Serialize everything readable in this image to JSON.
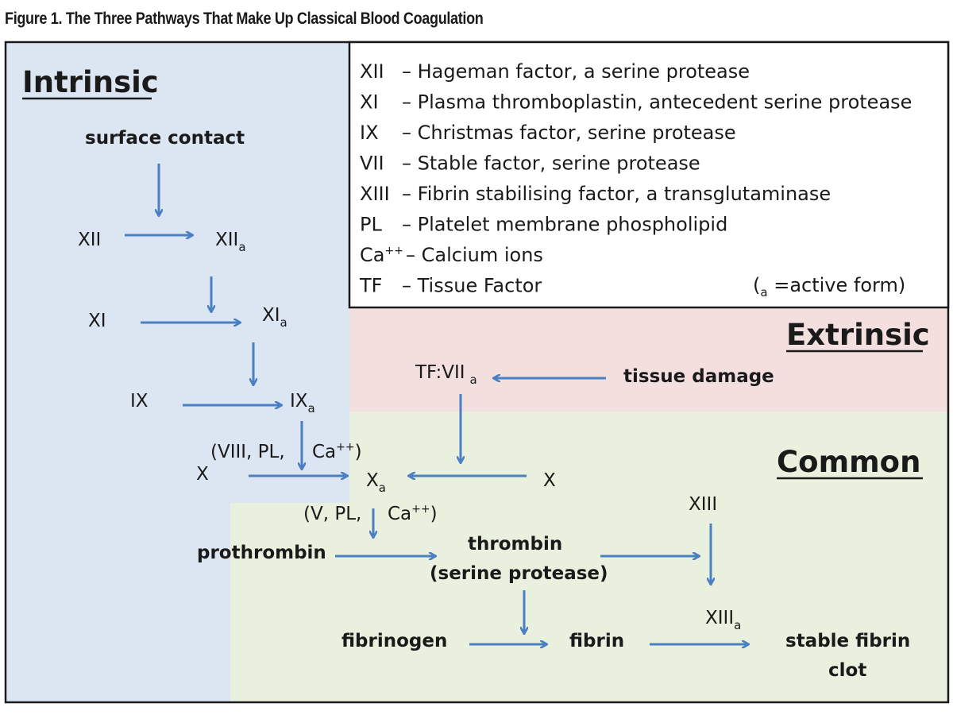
{
  "figure": {
    "title": "Figure 1. The Three Pathways That Make Up Classical Blood Coagulation"
  },
  "headings": {
    "intrinsic": "Intrinsic",
    "extrinsic": "Extrinsic",
    "common": "Common"
  },
  "legend": {
    "items": [
      {
        "code": "XII",
        "desc": "– Hageman factor, a serine protease"
      },
      {
        "code": "XI",
        "desc": "– Plasma thromboplastin, antecedent serine protease"
      },
      {
        "code": "IX",
        "desc": "– Christmas factor, serine protease"
      },
      {
        "code": "VII",
        "desc": "– Stable factor, serine protease"
      },
      {
        "code": "XIII",
        "desc": "– Fibrin stabilising factor, a transglutaminase"
      },
      {
        "code": "PL",
        "desc": "– Platelet membrane phospholipid"
      },
      {
        "code": "Ca",
        "code_sup": "++",
        "desc": "– Calcium ions"
      },
      {
        "code": "TF",
        "desc": "– Tissue Factor"
      }
    ],
    "note_open": "(",
    "note_sub": "a",
    "note_text": " =active form)"
  },
  "nodes": {
    "surface_contact": "surface contact",
    "xii": "XII",
    "xiia": "XII",
    "xi": "XI",
    "xia": "XI",
    "ix": "IX",
    "ixa": "IX",
    "x_intrinsic": "X",
    "cofactors_1_a": "(VIII,  PL,",
    "cofactors_1_b": "Ca",
    "cofactors_1_close": ")",
    "xa": "X",
    "x_extrinsic": "X",
    "tf_vii": "TF:VII",
    "tissue_damage": "tissue damage",
    "cofactors_2_a": "(V,  PL,",
    "cofactors_2_b": "Ca",
    "cofactors_2_close": ")",
    "prothrombin": "prothrombin",
    "thrombin": "thrombin",
    "serine_protease": "(serine protease)",
    "xiii": "XIII",
    "xiiia": "XIII",
    "fibrinogen": "fibrinogen",
    "fibrin": "fibrin",
    "stable_fibrin": "stable fibrin",
    "clot": "clot",
    "active_sub": "a",
    "ca_sup": "++"
  },
  "colors": {
    "intrinsic_bg": "#dce6f3",
    "extrinsic_bg": "#f4dfdf",
    "common_bg": "#e9f0de",
    "arrow": "#4a7fc1",
    "border": "#1a1a1a"
  }
}
